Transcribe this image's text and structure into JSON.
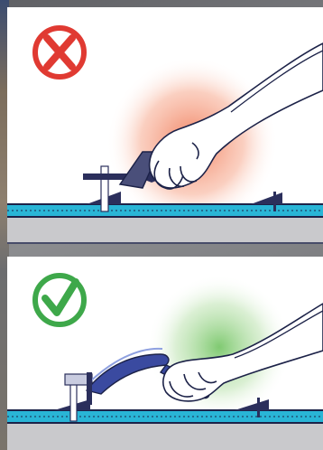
{
  "scene": {
    "description_label": "",
    "panels": [
      {
        "id": "incorrect",
        "status": "wrong",
        "status_icon": "cross-icon",
        "status_color": "#e03a32",
        "glow_color": "#f07a57",
        "tool": "pliers-dark",
        "tool_color": "#2b2f5c"
      },
      {
        "id": "correct",
        "status": "right",
        "status_icon": "check-icon",
        "status_color": "#3ea84a",
        "glow_color": "#79c76a",
        "tool": "pliers-blue",
        "tool_color": "#3a4aa0"
      }
    ]
  }
}
